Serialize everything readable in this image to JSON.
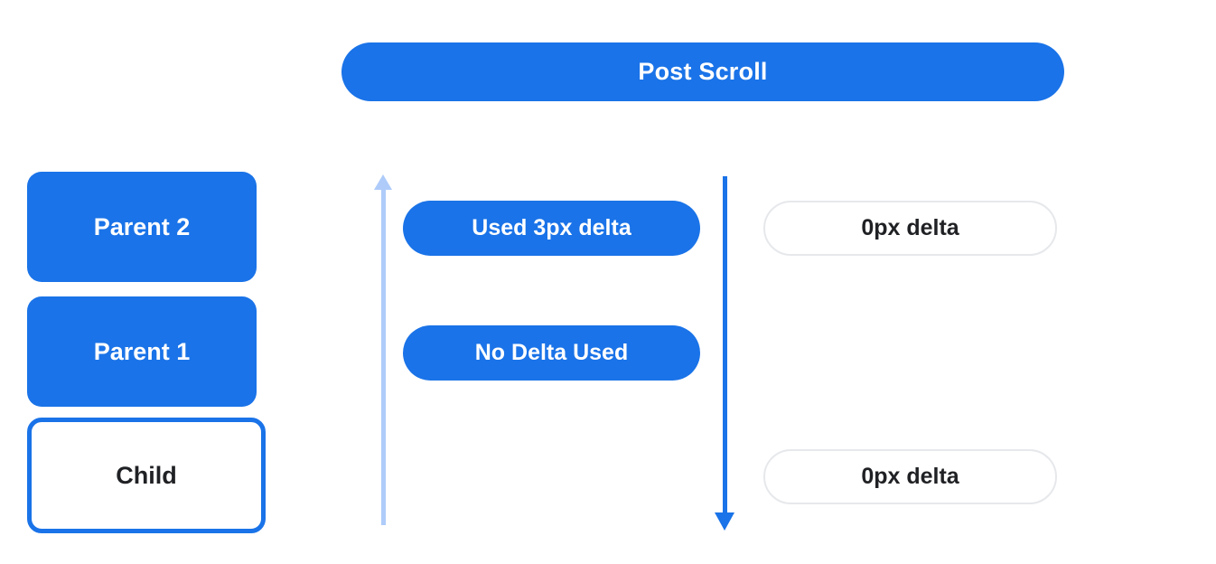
{
  "colors": {
    "bg": "#ffffff",
    "blue": "#1a73e8",
    "light_blue": "#aecbfa",
    "border_gray": "#e6e8eb",
    "text_dark": "#202124"
  },
  "header": {
    "label": "Post Scroll"
  },
  "left_column": {
    "items": [
      {
        "label": "Parent 2",
        "style": "filled"
      },
      {
        "label": "Parent 1",
        "style": "filled"
      },
      {
        "label": "Child",
        "style": "outlined"
      }
    ]
  },
  "middle_column": {
    "pills": [
      {
        "label": "Used 3px delta"
      },
      {
        "label": "No Delta Used"
      }
    ]
  },
  "right_column": {
    "pills": [
      {
        "label": "0px delta"
      },
      {
        "label": "0px delta"
      }
    ]
  },
  "arrows": [
    {
      "name": "up-arrow",
      "direction": "up",
      "color": "#aecbfa"
    },
    {
      "name": "down-arrow",
      "direction": "down",
      "color": "#1a73e8"
    }
  ]
}
